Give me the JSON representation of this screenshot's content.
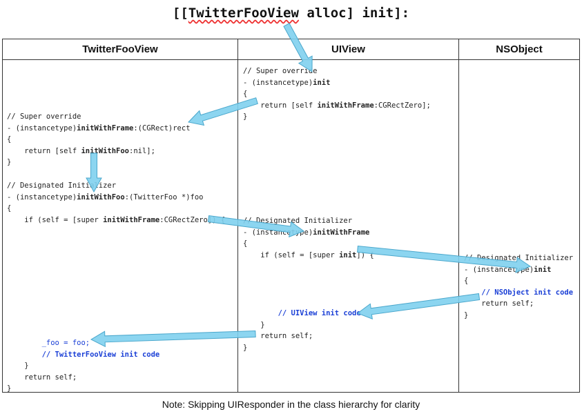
{
  "title_prefix": "[[",
  "title_class": "TwitterFooView",
  "title_suffix": " alloc] init]:",
  "columns": [
    "TwitterFooView",
    "UIView",
    "NSObject"
  ],
  "uiview_block1": [
    "// Super override",
    "- (instancetype)",
    "init",
    "{",
    "    return [self ",
    "initWithFrame",
    ":CGRectZero];",
    "}"
  ],
  "tfv_block1": [
    "// Super override",
    "- (instancetype)",
    "initWithFrame",
    ":(CGRect)rect",
    "{",
    "    return [self ",
    "initWithFoo",
    ":nil];",
    "}"
  ],
  "tfv_block2": [
    "// Designated Initializer",
    "- (instancetype)",
    "initWithFoo",
    ":(TwitterFoo *)foo",
    "{",
    "    if (self = [super ",
    "initWithFrame",
    ":CGRectZero]) {"
  ],
  "tfv_block3": [
    "        _foo = foo;",
    "        // TwitterFooView init code",
    "    }",
    "    return self;",
    "}"
  ],
  "uiview_block2": [
    "// Designated Initializer",
    "- (instancetype)",
    "initWithFrame",
    "{",
    "    if (self = [super ",
    "init",
    "]) {"
  ],
  "uiview_block3": [
    "        // UIView init code",
    "    }",
    "    return self;",
    "}"
  ],
  "nsobject_block": [
    "// Designated Initializer",
    "- (instancetype)",
    "init",
    "{",
    "    // NSObject init code",
    "    return self;",
    "}"
  ],
  "note": "Note: Skipping UIResponder in the class hierarchy for clarity",
  "arrow_color": "#7fd0ee",
  "arrow_stroke": "#4aa7cc"
}
